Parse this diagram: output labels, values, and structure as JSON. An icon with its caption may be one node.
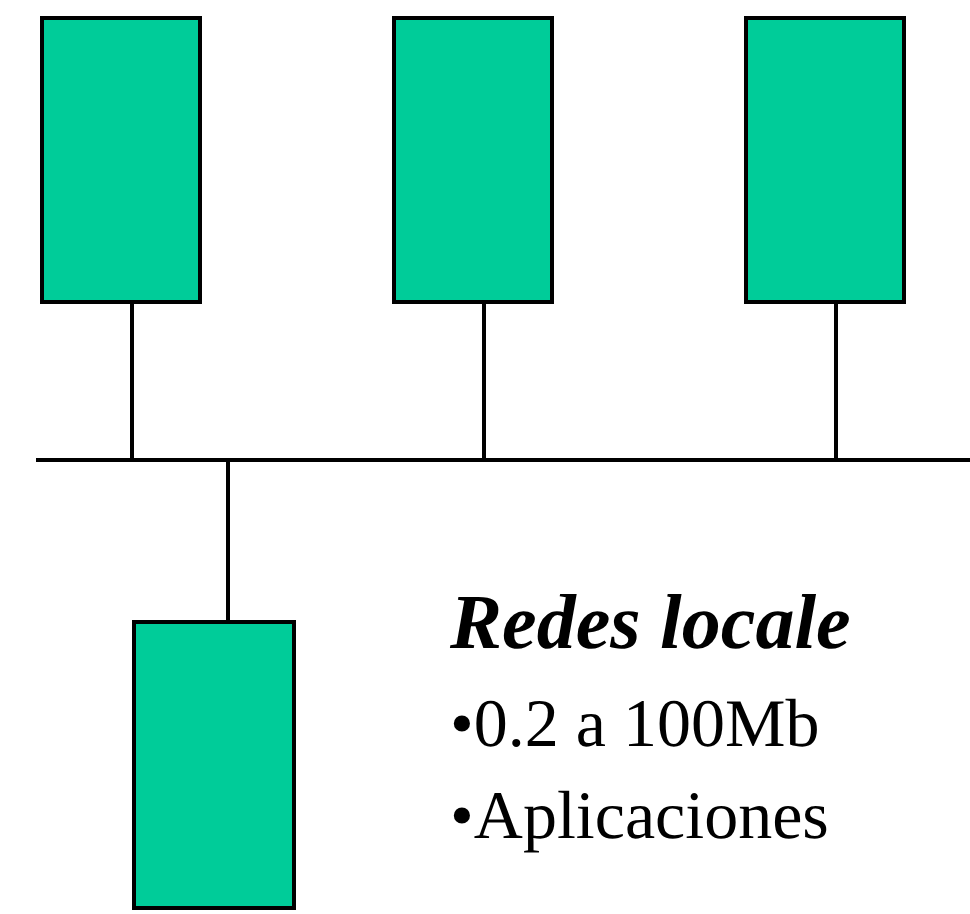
{
  "diagram": {
    "nodes": [
      {
        "text": [],
        "shape": "box"
      },
      {
        "text": [],
        "shape": "box"
      },
      {
        "text": [],
        "shape": "box"
      },
      {
        "text": [],
        "shape": "bar"
      },
      {
        "text": [],
        "shape": "box"
      }
    ],
    "edges": [
      {
        "from": 0,
        "to": 3,
        "arrow": "none"
      },
      {
        "from": 1,
        "to": 3,
        "arrow": "none"
      },
      {
        "from": 2,
        "to": 3,
        "arrow": "none"
      },
      {
        "from": 4,
        "to": 3,
        "arrow": "none"
      }
    ],
    "labels": [
      "Redes locale",
      "•0.2 a 100Mb",
      "•Aplicaciones"
    ]
  }
}
